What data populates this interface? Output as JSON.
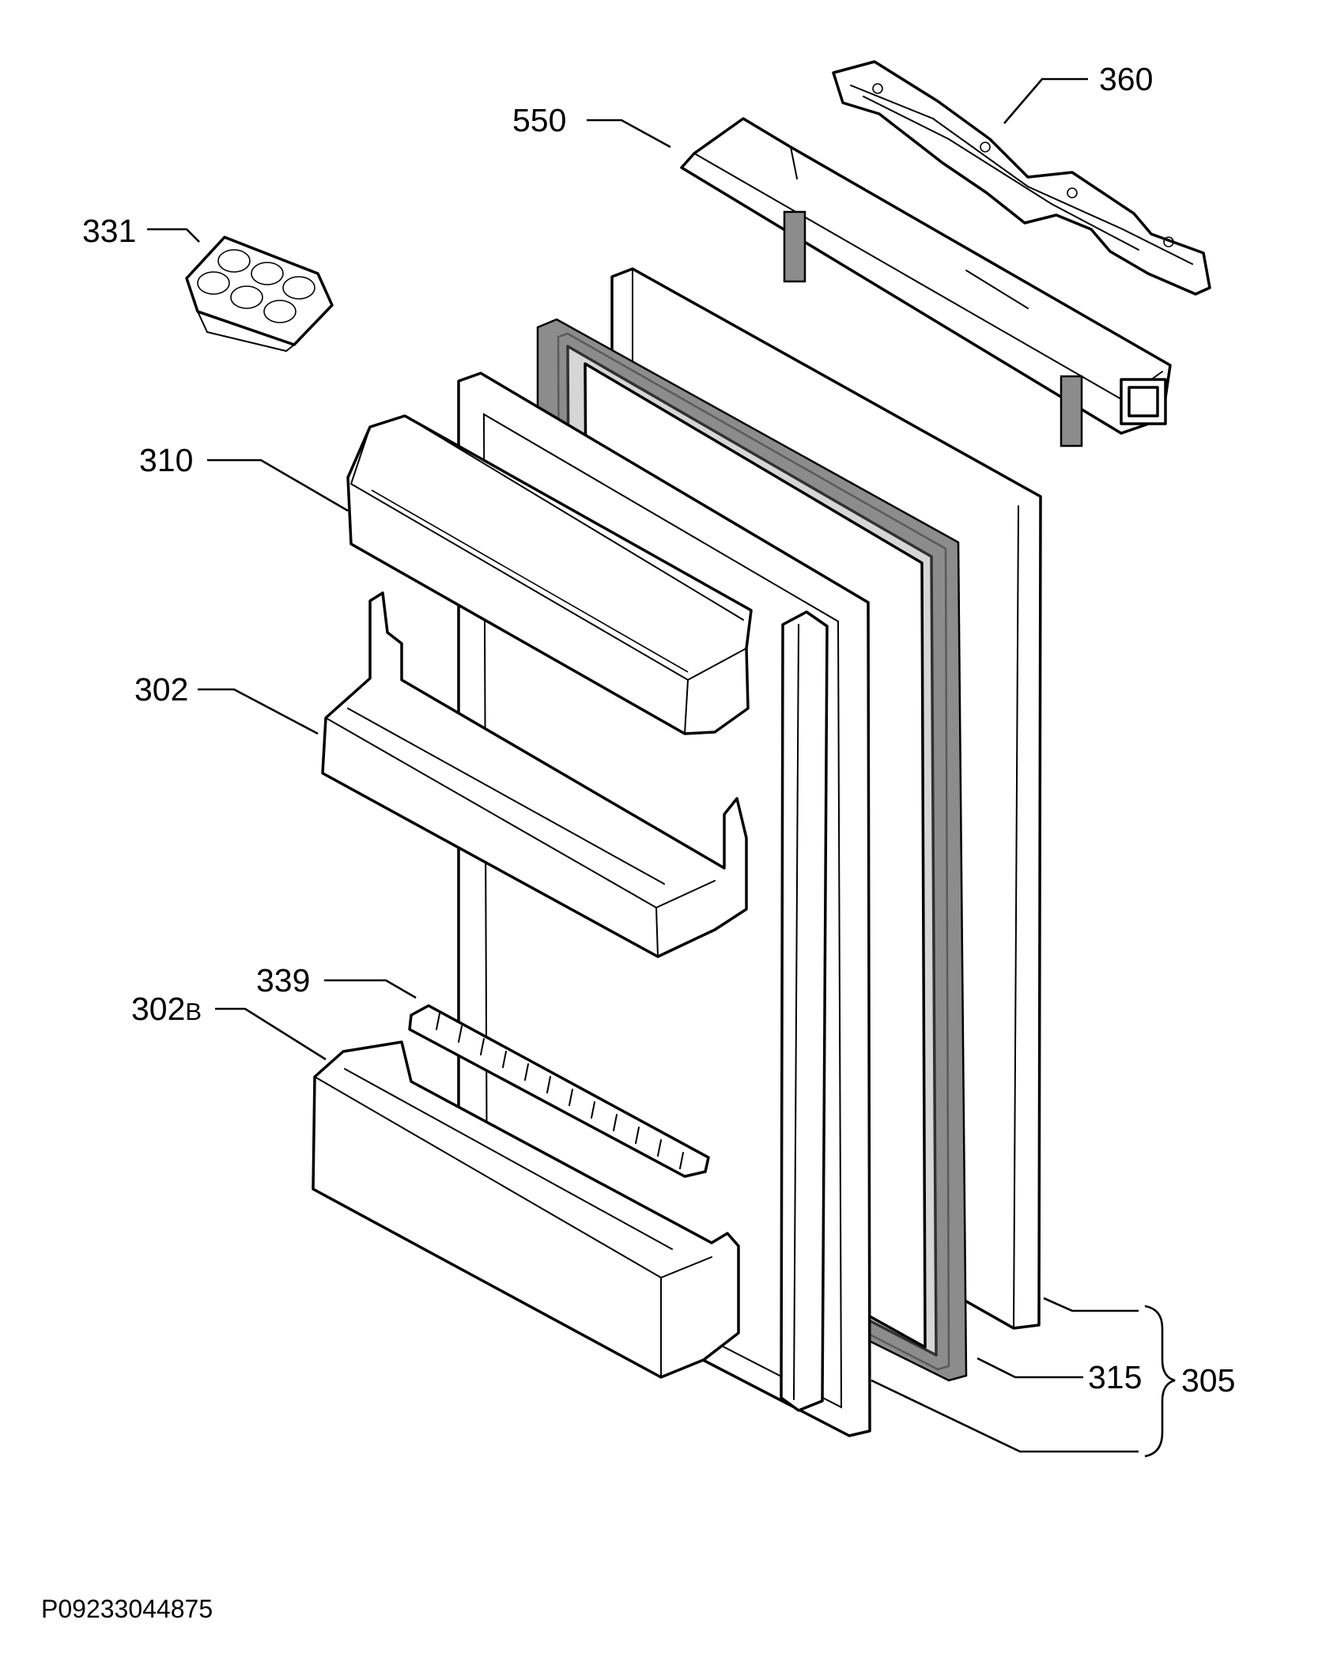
{
  "callouts": [
    {
      "id": "360",
      "label": "360"
    },
    {
      "id": "550",
      "label": "550"
    },
    {
      "id": "331",
      "label": "331"
    },
    {
      "id": "310",
      "label": "310"
    },
    {
      "id": "302",
      "label": "302"
    },
    {
      "id": "339",
      "label": "339"
    },
    {
      "id": "302b",
      "label": "302",
      "suffix": "B"
    },
    {
      "id": "315",
      "label": "315"
    },
    {
      "id": "305",
      "label": "305"
    }
  ],
  "document_id": "P09233044875"
}
